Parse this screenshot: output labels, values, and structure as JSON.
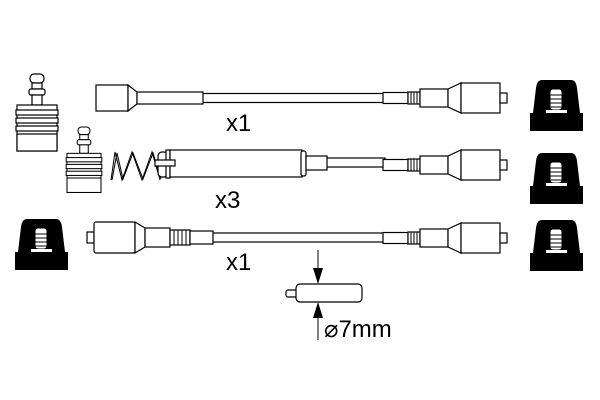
{
  "labels": {
    "row1_quantity": "x1",
    "row2_quantity": "x3",
    "row3_quantity": "x1",
    "diameter": "⌀7mm"
  },
  "colors": {
    "line": "#000000",
    "background": "#ffffff"
  }
}
